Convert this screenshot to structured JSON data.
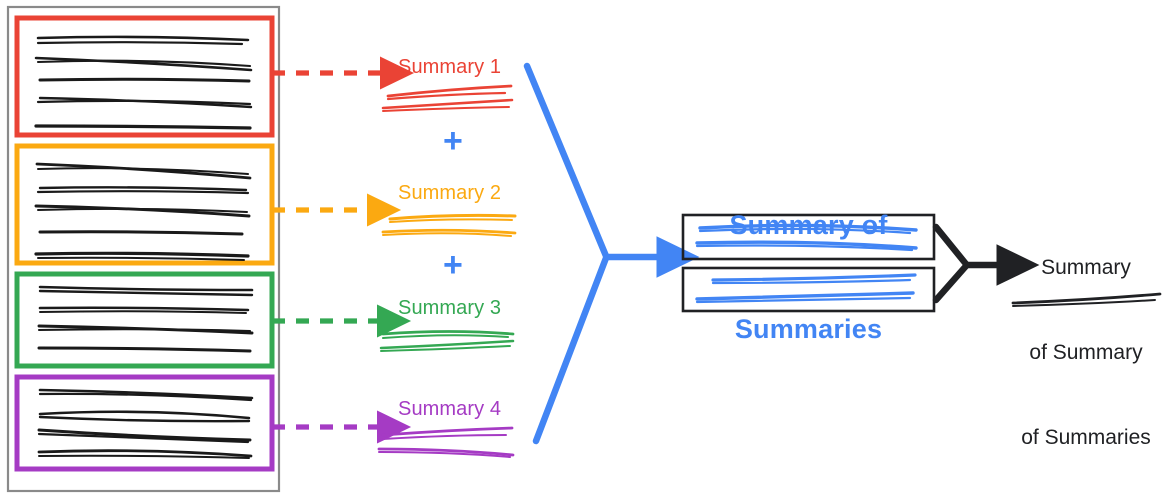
{
  "diagram": {
    "title_final": "Summary\nof Summary\nof Summaries",
    "title_sos_line1": "Summary of",
    "title_sos_line2": "Summaries",
    "plus_symbol": "+",
    "colors": {
      "red": "#EA4335",
      "orange": "#FBA911",
      "green": "#34A853",
      "purple": "#A53BC4",
      "blue": "#4285F4",
      "black": "#202124",
      "gray_container": "#8A8A8A"
    },
    "source_container": {
      "name": "document-collection",
      "border_color": "#5F6368"
    },
    "source_groups": [
      {
        "id": "group-1",
        "color": "#EA4335",
        "line_count": 5,
        "arrow": "dashed-arrow-red",
        "target": "Summary 1"
      },
      {
        "id": "group-2",
        "color": "#FBA911",
        "line_count": 5,
        "arrow": "dashed-arrow-orange",
        "target": "Summary 2"
      },
      {
        "id": "group-3",
        "color": "#34A853",
        "line_count": 4,
        "arrow": "dashed-arrow-green",
        "target": "Summary 3"
      },
      {
        "id": "group-4",
        "color": "#A53BC4",
        "line_count": 4,
        "arrow": "dashed-arrow-purple",
        "target": "Summary 4"
      }
    ],
    "summaries": [
      {
        "label": "Summary 1",
        "color": "#EA4335",
        "squiggle_lines": 2
      },
      {
        "label": "Summary 2",
        "color": "#FBA911",
        "squiggle_lines": 2
      },
      {
        "label": "Summary 3",
        "color": "#34A853",
        "squiggle_lines": 2
      },
      {
        "label": "Summary 4",
        "color": "#A53BC4",
        "squiggle_lines": 2
      }
    ],
    "plus_signs": [
      {
        "id": "plus-1",
        "symbol": "+"
      },
      {
        "id": "plus-2",
        "symbol": "+"
      },
      {
        "id": "plus-3",
        "symbol": "+"
      }
    ],
    "summary_of_summaries": {
      "title": "Summary of Summaries",
      "color": "#4285F4",
      "boxes": [
        {
          "id": "sos-box-1",
          "squiggle_lines": 2,
          "color": "#4285F4"
        },
        {
          "id": "sos-box-2",
          "squiggle_lines": 2,
          "color": "#4285F4"
        }
      ]
    },
    "final_output": {
      "line1": "Summary",
      "line2": "of Summary",
      "line3": "of Summaries",
      "color": "#202124",
      "squiggle_lines": 1
    },
    "connectors": [
      {
        "id": "merge-arrow-blue",
        "color": "#4285F4",
        "style": "converging-arrow"
      },
      {
        "id": "merge-arrow-black",
        "color": "#202124",
        "style": "converging-arrow"
      }
    ]
  }
}
